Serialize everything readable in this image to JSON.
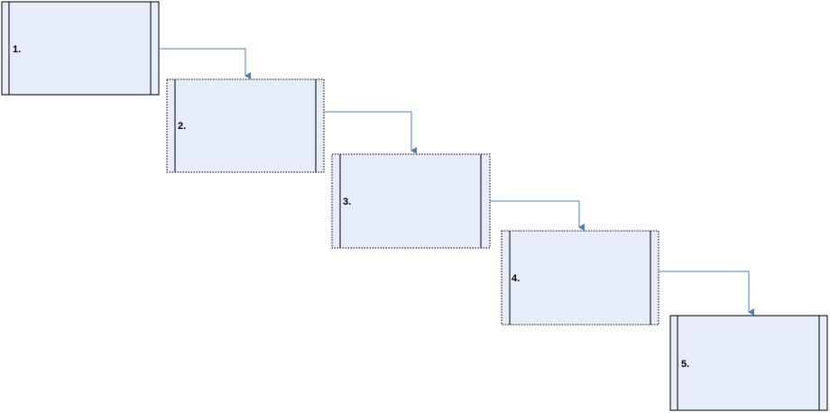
{
  "steps": [
    {
      "label": "1."
    },
    {
      "label": "2."
    },
    {
      "label": "3."
    },
    {
      "label": "4."
    },
    {
      "label": "5."
    }
  ],
  "colors": {
    "box_fill": "#e6ecf8",
    "box_border": "#000000",
    "connector": "#4f81bd"
  }
}
